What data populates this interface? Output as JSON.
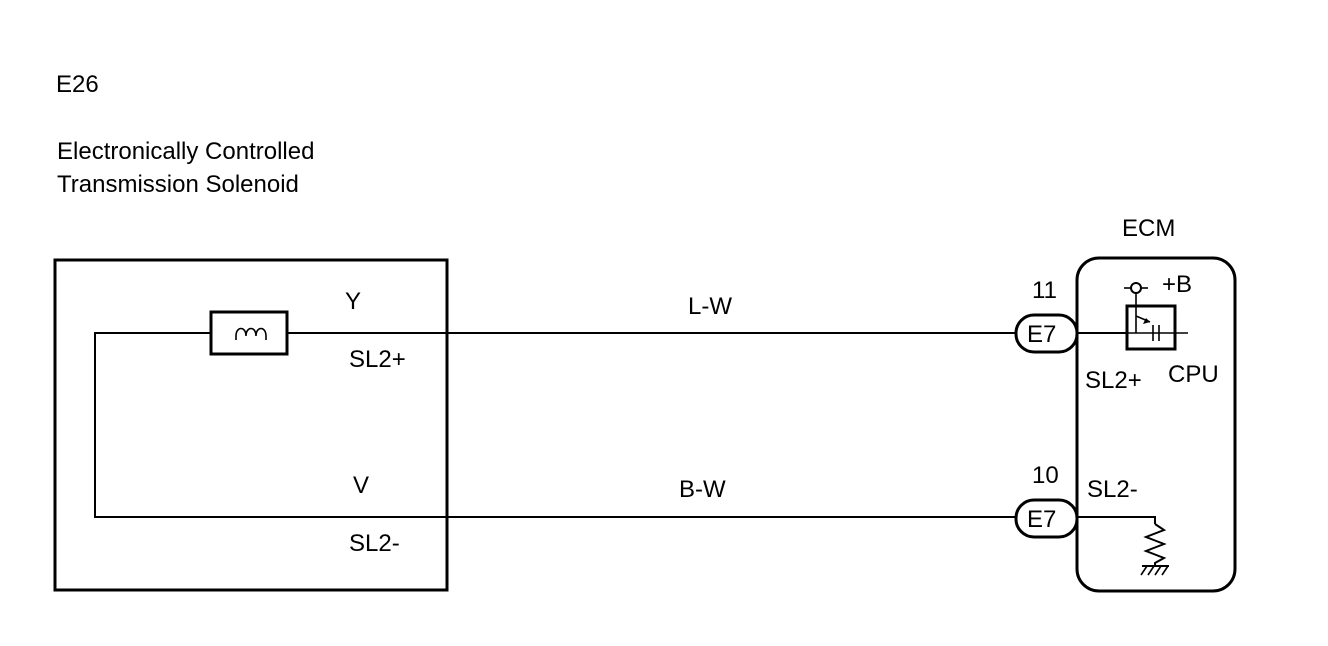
{
  "component": {
    "code": "E26",
    "name_line1": "Electronically Controlled",
    "name_line2": "Transmission Solenoid"
  },
  "ecm": {
    "title": "ECM",
    "supply_label": "+B",
    "cpu_label": "CPU"
  },
  "circuits": [
    {
      "terminal_color": "Y",
      "terminal_name": "SL2+",
      "wire_color": "L-W",
      "pin_number": "11",
      "connector": "E7",
      "ecm_terminal": "SL2+"
    },
    {
      "terminal_color": "V",
      "terminal_name": "SL2-",
      "wire_color": "B-W",
      "pin_number": "10",
      "connector": "E7",
      "ecm_terminal": "SL2-"
    }
  ],
  "icons": {
    "solenoid": "solenoid-coil-icon",
    "transistor": "transistor-icon",
    "resistor": "resistor-icon",
    "ground": "ground-icon"
  }
}
